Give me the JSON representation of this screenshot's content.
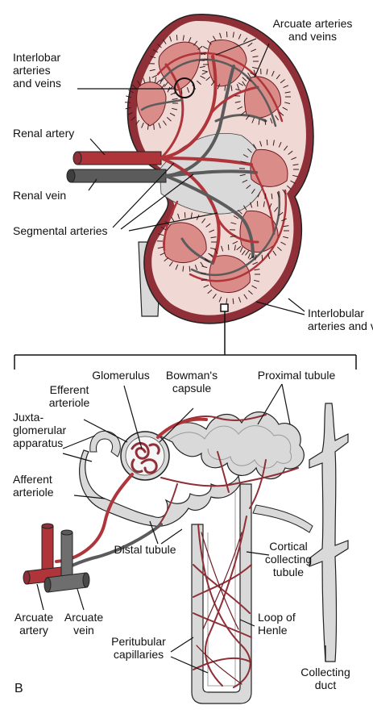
{
  "labels": {
    "arcuate_arteries_veins": "Arcuate arteries\nand veins",
    "interlobar": "Interlobar\narteries\nand veins",
    "renal_artery": "Renal artery",
    "renal_vein": "Renal vein",
    "segmental_arteries": "Segmental arteries",
    "interlobular": "Interlobular\narteries and veins",
    "glomerulus": "Glomerulus",
    "bowmans_capsule": "Bowman's\ncapsule",
    "proximal_tubule": "Proximal tubule",
    "efferent_arteriole": "Efferent\narteriole",
    "juxtaglomerular": "Juxta-\nglomerular\napparatus",
    "afferent_arteriole": "Afferent\narteriole",
    "distal_tubule": "Distal tubule",
    "cortical_collecting": "Cortical\ncollecting\ntubule",
    "arcuate_artery": "Arcuate\nartery",
    "arcuate_vein": "Arcuate\nvein",
    "loop_of_henle": "Loop of\nHenle",
    "peritubular_capillaries": "Peritubular\ncapillaries",
    "collecting_duct": "Collecting\nduct",
    "panel_letter": "B"
  },
  "colors": {
    "artery": "#b0353b",
    "artery_dark": "#6e1a22",
    "vein": "#5b5b5b",
    "vein_dark": "#2e2e2e",
    "pyramid": "#d98c88",
    "cortex": "#f0d8d4",
    "tubule": "#d9d9d9",
    "outline": "#222222"
  }
}
